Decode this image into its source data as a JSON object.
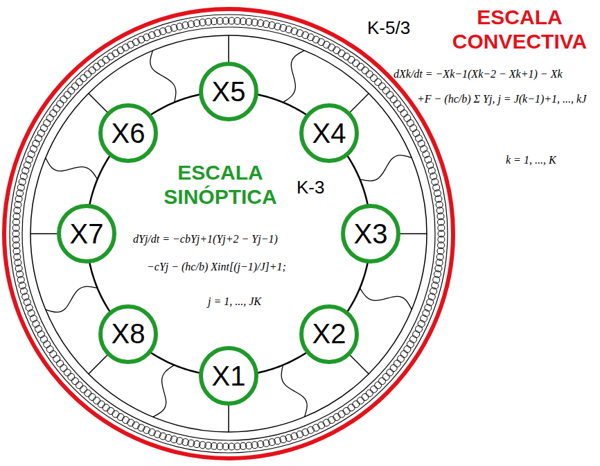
{
  "diagram": {
    "nodes": [
      {
        "text": [
          "X5"
        ]
      },
      {
        "text": [
          "X6"
        ]
      },
      {
        "text": [
          "X4"
        ]
      },
      {
        "text": [
          "X7"
        ]
      },
      {
        "text": [
          "X3"
        ]
      },
      {
        "text": [
          "X8"
        ]
      },
      {
        "text": [
          "X2"
        ]
      },
      {
        "text": [
          "X1"
        ]
      }
    ],
    "edges": [
      {
        "from": 7,
        "to": 6,
        "arrow": "none"
      },
      {
        "from": 6,
        "to": 4,
        "arrow": "none"
      },
      {
        "from": 4,
        "to": 2,
        "arrow": "none"
      },
      {
        "from": 2,
        "to": 0,
        "arrow": "none"
      },
      {
        "from": 0,
        "to": 1,
        "arrow": "none"
      },
      {
        "from": 1,
        "to": 3,
        "arrow": "none"
      },
      {
        "from": 3,
        "to": 5,
        "arrow": "none"
      },
      {
        "from": 5,
        "to": 7,
        "arrow": "none"
      }
    ],
    "labels": [
      "K-5/3",
      "ESCALA CONVECTIVA",
      "dXk/dt = −Xk−1(Xk−2 − Xk+1) − Xk",
      "+F − (hc/b) Σ Yj, j = J(k−1)+1, ..., kJ",
      "k = 1, ..., K",
      "ESCALA SINÓPTICA",
      "K-3",
      "dYj/dt = −cbYj+1(Yj+2 − Yj−1)",
      "−cYj − (hc/b) Xint[(j−1)/J]+1;",
      "j = 1, ..., JK"
    ]
  }
}
